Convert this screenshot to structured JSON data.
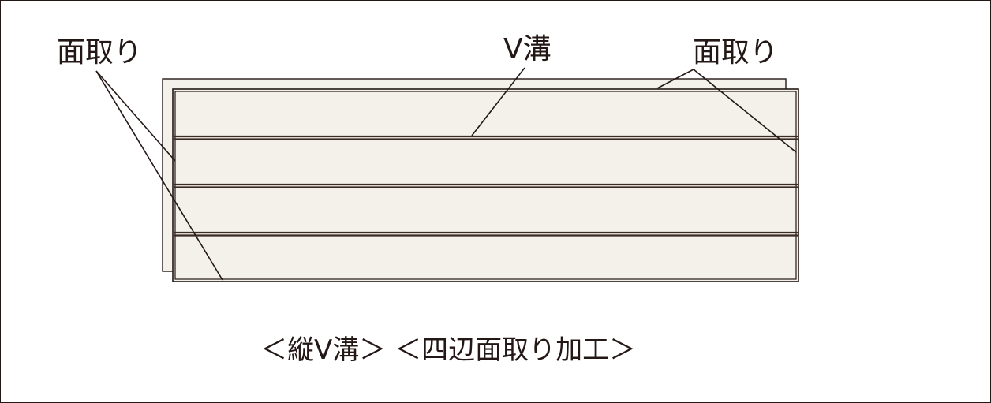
{
  "labels": {
    "chamfer_left": "面取り",
    "v_groove": "V溝",
    "chamfer_right": "面取り"
  },
  "caption": "＜縦V溝＞ ＜四辺面取り加工＞",
  "colors": {
    "line": "#231815",
    "panel_fill": "#f3f1ea",
    "groove": "#3a2a24"
  }
}
